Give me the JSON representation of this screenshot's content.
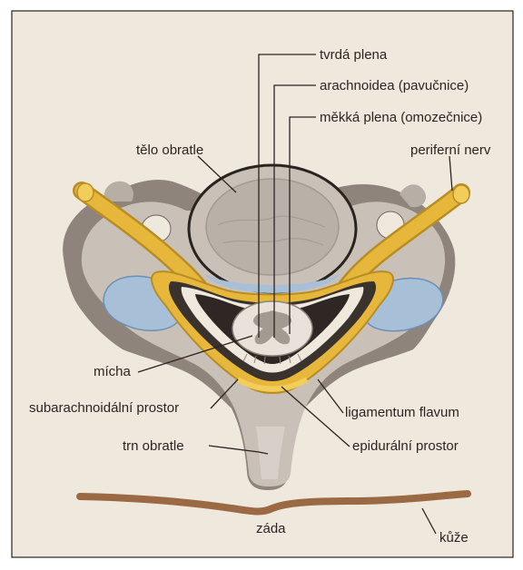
{
  "figure": {
    "background": "#efe8dd",
    "border": "#2a2420",
    "colors": {
      "bone": "#c9c0b8",
      "bone_dark": "#8e847c",
      "nerve": "#e7b73c",
      "disc_blue": "#a8bfd8",
      "skin": "#9b6a45",
      "line": "#2a2420"
    },
    "labels": {
      "tvrda_plena": "tvrdá plena",
      "arachnoidea": "arachnoidea (pavučnice)",
      "mekka_plena": "měkká plena (omozečnice)",
      "telo_obratle": "tělo obratle",
      "periferni_nerv": "periferní nerv",
      "micha": "mícha",
      "subarachnoidalni": "subarachnoidální prostor",
      "ligamentum": "ligamentum flavum",
      "trn_obratle": "trn obratle",
      "epiduralni": "epidurální prostor",
      "zada": "záda",
      "kuze": "kůže"
    }
  }
}
